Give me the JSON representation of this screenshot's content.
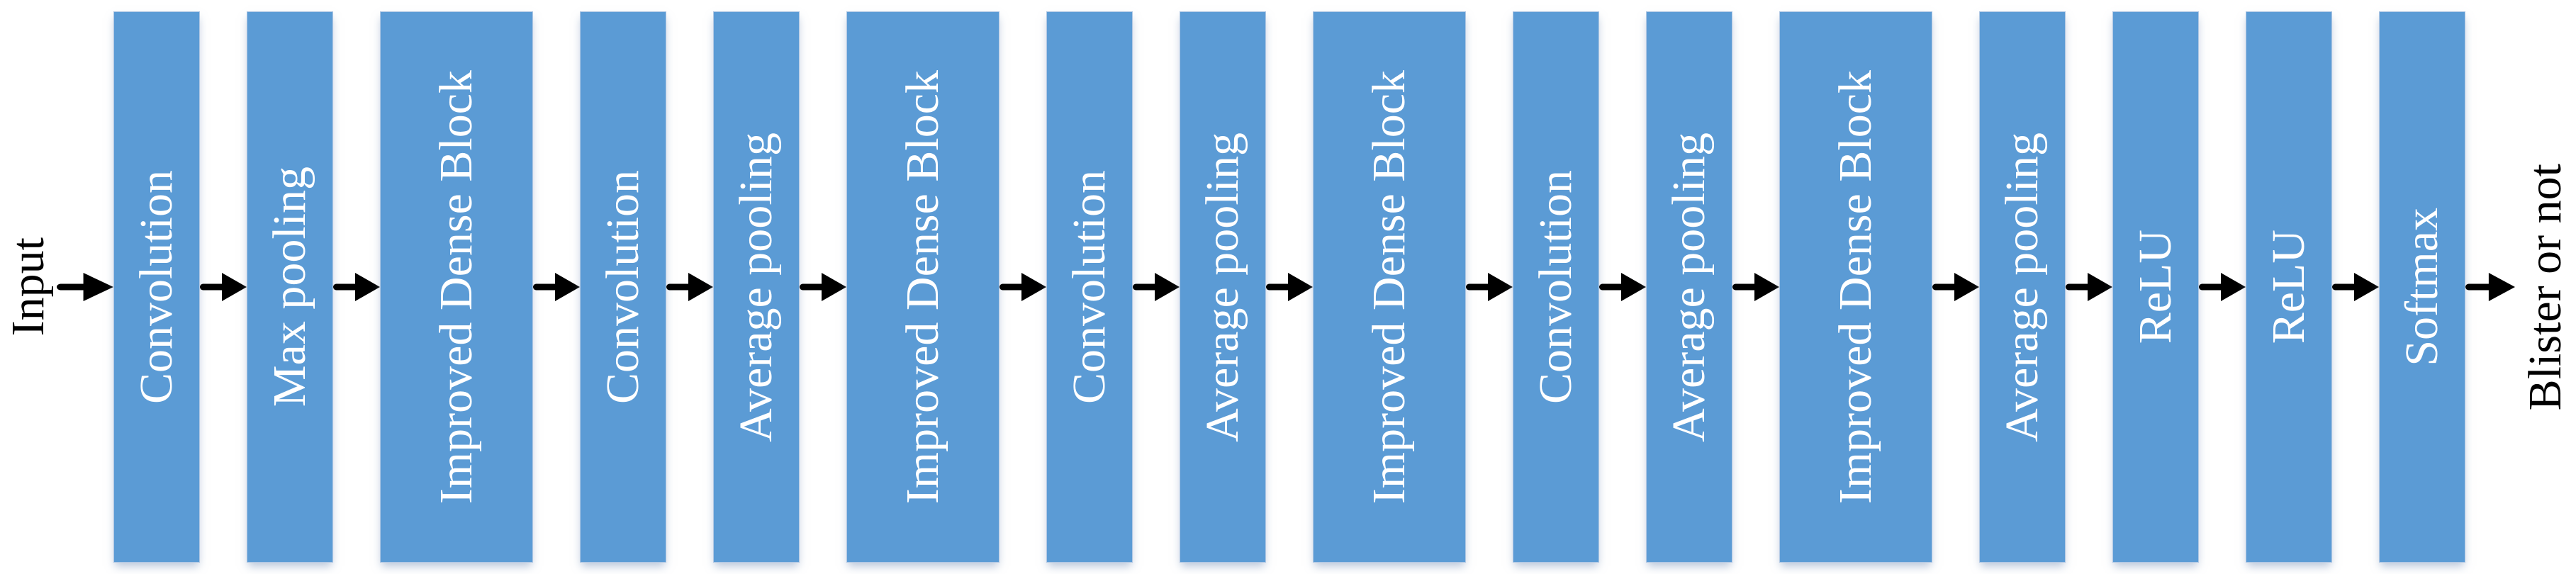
{
  "diagram": {
    "input_label": "Input",
    "output_label": "Blister or not",
    "blocks": [
      {
        "label": "Convolution",
        "size": "narrow"
      },
      {
        "label": "Max pooling",
        "size": "narrow"
      },
      {
        "label": "Improved Dense Block",
        "size": "wide"
      },
      {
        "label": "Convolution",
        "size": "narrow"
      },
      {
        "label": "Average pooling",
        "size": "narrow"
      },
      {
        "label": "Improved Dense Block",
        "size": "wide"
      },
      {
        "label": "Convolution",
        "size": "narrow"
      },
      {
        "label": "Average pooling",
        "size": "narrow"
      },
      {
        "label": "Improved Dense Block",
        "size": "wide"
      },
      {
        "label": "Convolution",
        "size": "narrow"
      },
      {
        "label": "Average pooling",
        "size": "narrow"
      },
      {
        "label": "Improved Dense Block",
        "size": "wide"
      },
      {
        "label": "Average pooling",
        "size": "narrow"
      },
      {
        "label": "ReLU",
        "size": "narrow"
      },
      {
        "label": "ReLU",
        "size": "narrow"
      },
      {
        "label": "Softmax",
        "size": "narrow"
      }
    ],
    "colors": {
      "block_fill": "#5b9bd5",
      "block_text": "#ffffff",
      "arrow": "#000000",
      "endpoint_text": "#000000",
      "background": "#ffffff"
    }
  }
}
